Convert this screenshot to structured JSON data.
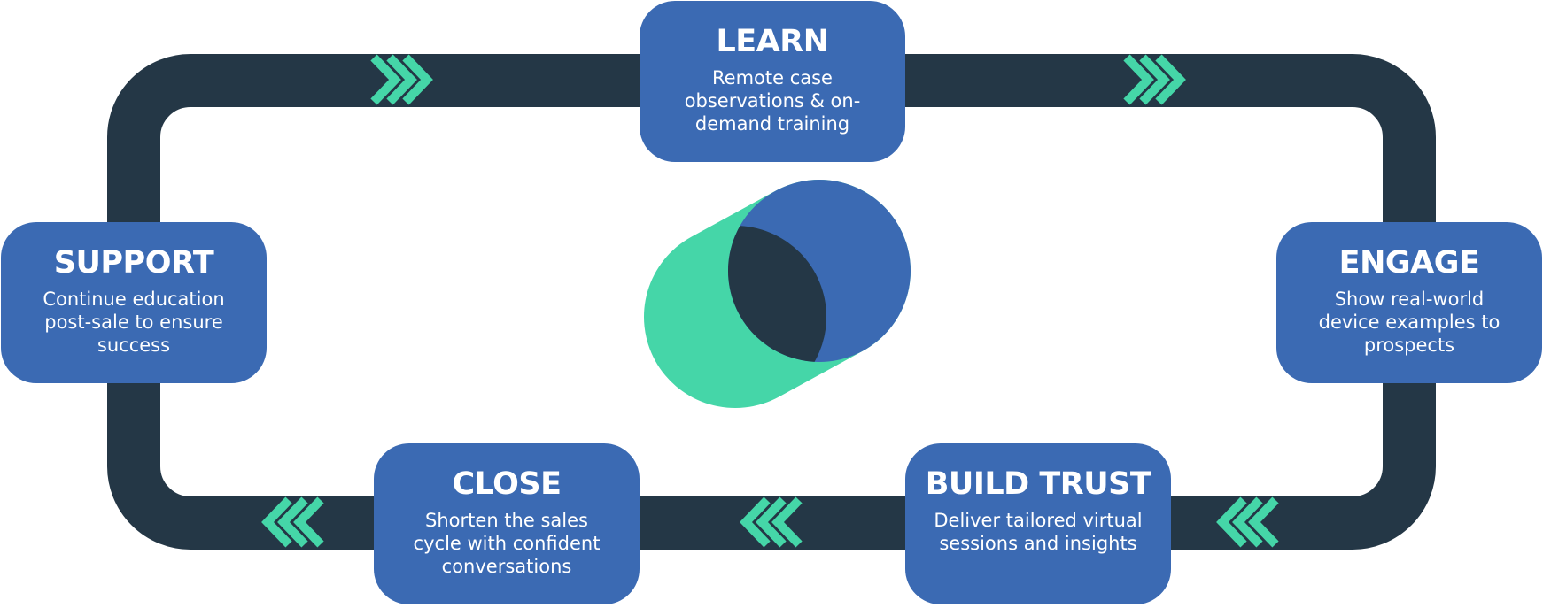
{
  "colors": {
    "track": "#243746",
    "card": "#3b6ab3",
    "accent": "#45d6a8",
    "center_dark": "#243746",
    "text": "#ffffff"
  },
  "icons": {
    "chevron_right": "triple-chevron-right-icon",
    "chevron_left": "triple-chevron-left-icon",
    "center_logo": "venn-logo-icon"
  },
  "stages": {
    "learn": {
      "title": "LEARN",
      "lines": [
        "Remote case",
        "observations & on-",
        "demand training"
      ]
    },
    "engage": {
      "title": "ENGAGE",
      "lines": [
        "Show real-world",
        "device examples to",
        "prospects"
      ]
    },
    "build_trust": {
      "title": "BUILD TRUST",
      "lines": [
        "Deliver tailored virtual",
        "sessions and insights"
      ]
    },
    "close": {
      "title": "CLOSE",
      "lines": [
        "Shorten the sales",
        "cycle with confident",
        "conversations"
      ]
    },
    "support": {
      "title": "SUPPORT",
      "lines": [
        "Continue education",
        "post-sale to ensure",
        "success"
      ]
    }
  }
}
